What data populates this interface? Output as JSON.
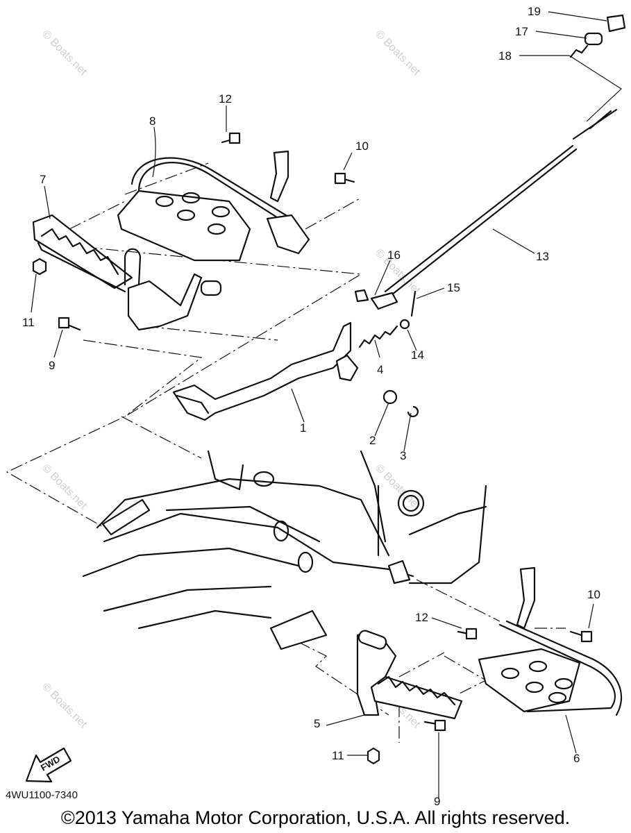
{
  "diagram": {
    "code": "4WU1100-7340",
    "copyright": "©2013 Yamaha Motor Corporation, U.S.A. All rights reserved.",
    "fwd_label": "FWD",
    "watermark": "© Boats.net",
    "callouts": [
      "19",
      "17",
      "18",
      "12",
      "8",
      "10",
      "7",
      "16",
      "13",
      "15",
      "11",
      "9",
      "4",
      "14",
      "1",
      "2",
      "3",
      "10",
      "12",
      "5",
      "11",
      "9",
      "6"
    ]
  }
}
